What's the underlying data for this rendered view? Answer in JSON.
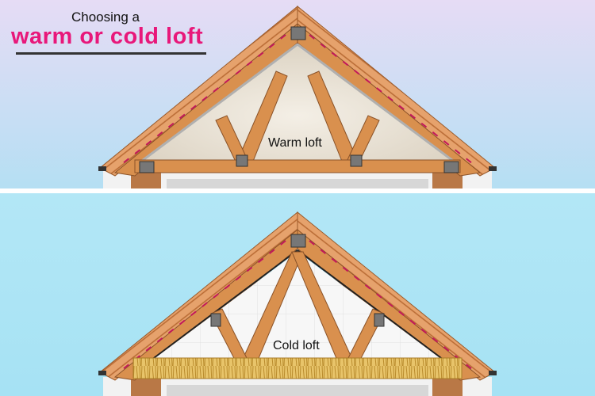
{
  "header": {
    "line1": "Choosing a",
    "line2": "warm or cold loft"
  },
  "panels": {
    "warm": {
      "label": "Warm loft"
    },
    "cold": {
      "label": "Cold loft"
    }
  },
  "colors": {
    "title_accent": "#e8187a",
    "timber": "#d9904e",
    "roof_tile": "#e6a26c",
    "warm_sky_top": "#e6dcf5",
    "warm_sky_bottom": "#b5dff3",
    "cold_sky": "#aee6f6",
    "divider": "#ffffff"
  }
}
